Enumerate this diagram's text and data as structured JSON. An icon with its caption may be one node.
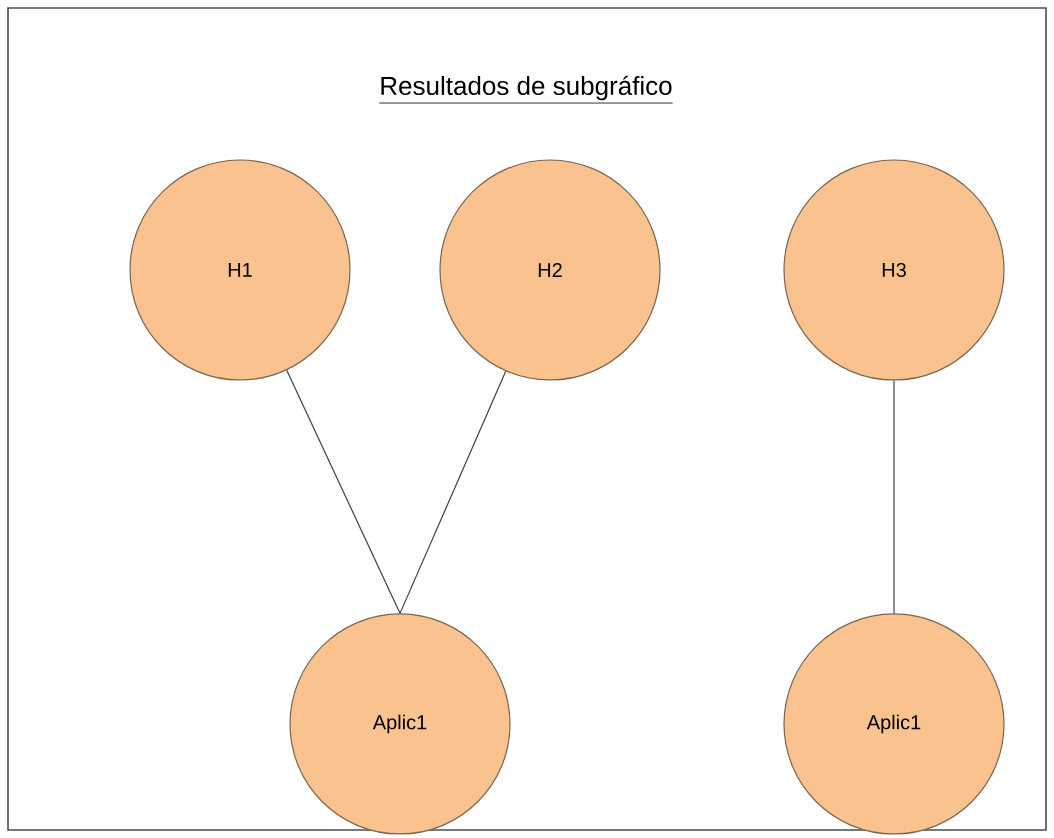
{
  "diagram": {
    "title": "Resultados de subgráfico",
    "nodes": [
      {
        "text": [
          "H1"
        ]
      },
      {
        "text": [
          "H2"
        ]
      },
      {
        "text": [
          "H3"
        ]
      },
      {
        "text": [
          "Aplic1"
        ]
      },
      {
        "text": [
          "Aplic1"
        ]
      }
    ],
    "edges": [
      {
        "from": 0,
        "to": 3,
        "arrow": "none"
      },
      {
        "from": 1,
        "to": 3,
        "arrow": "none"
      },
      {
        "from": 2,
        "to": 4,
        "arrow": "none"
      }
    ]
  }
}
